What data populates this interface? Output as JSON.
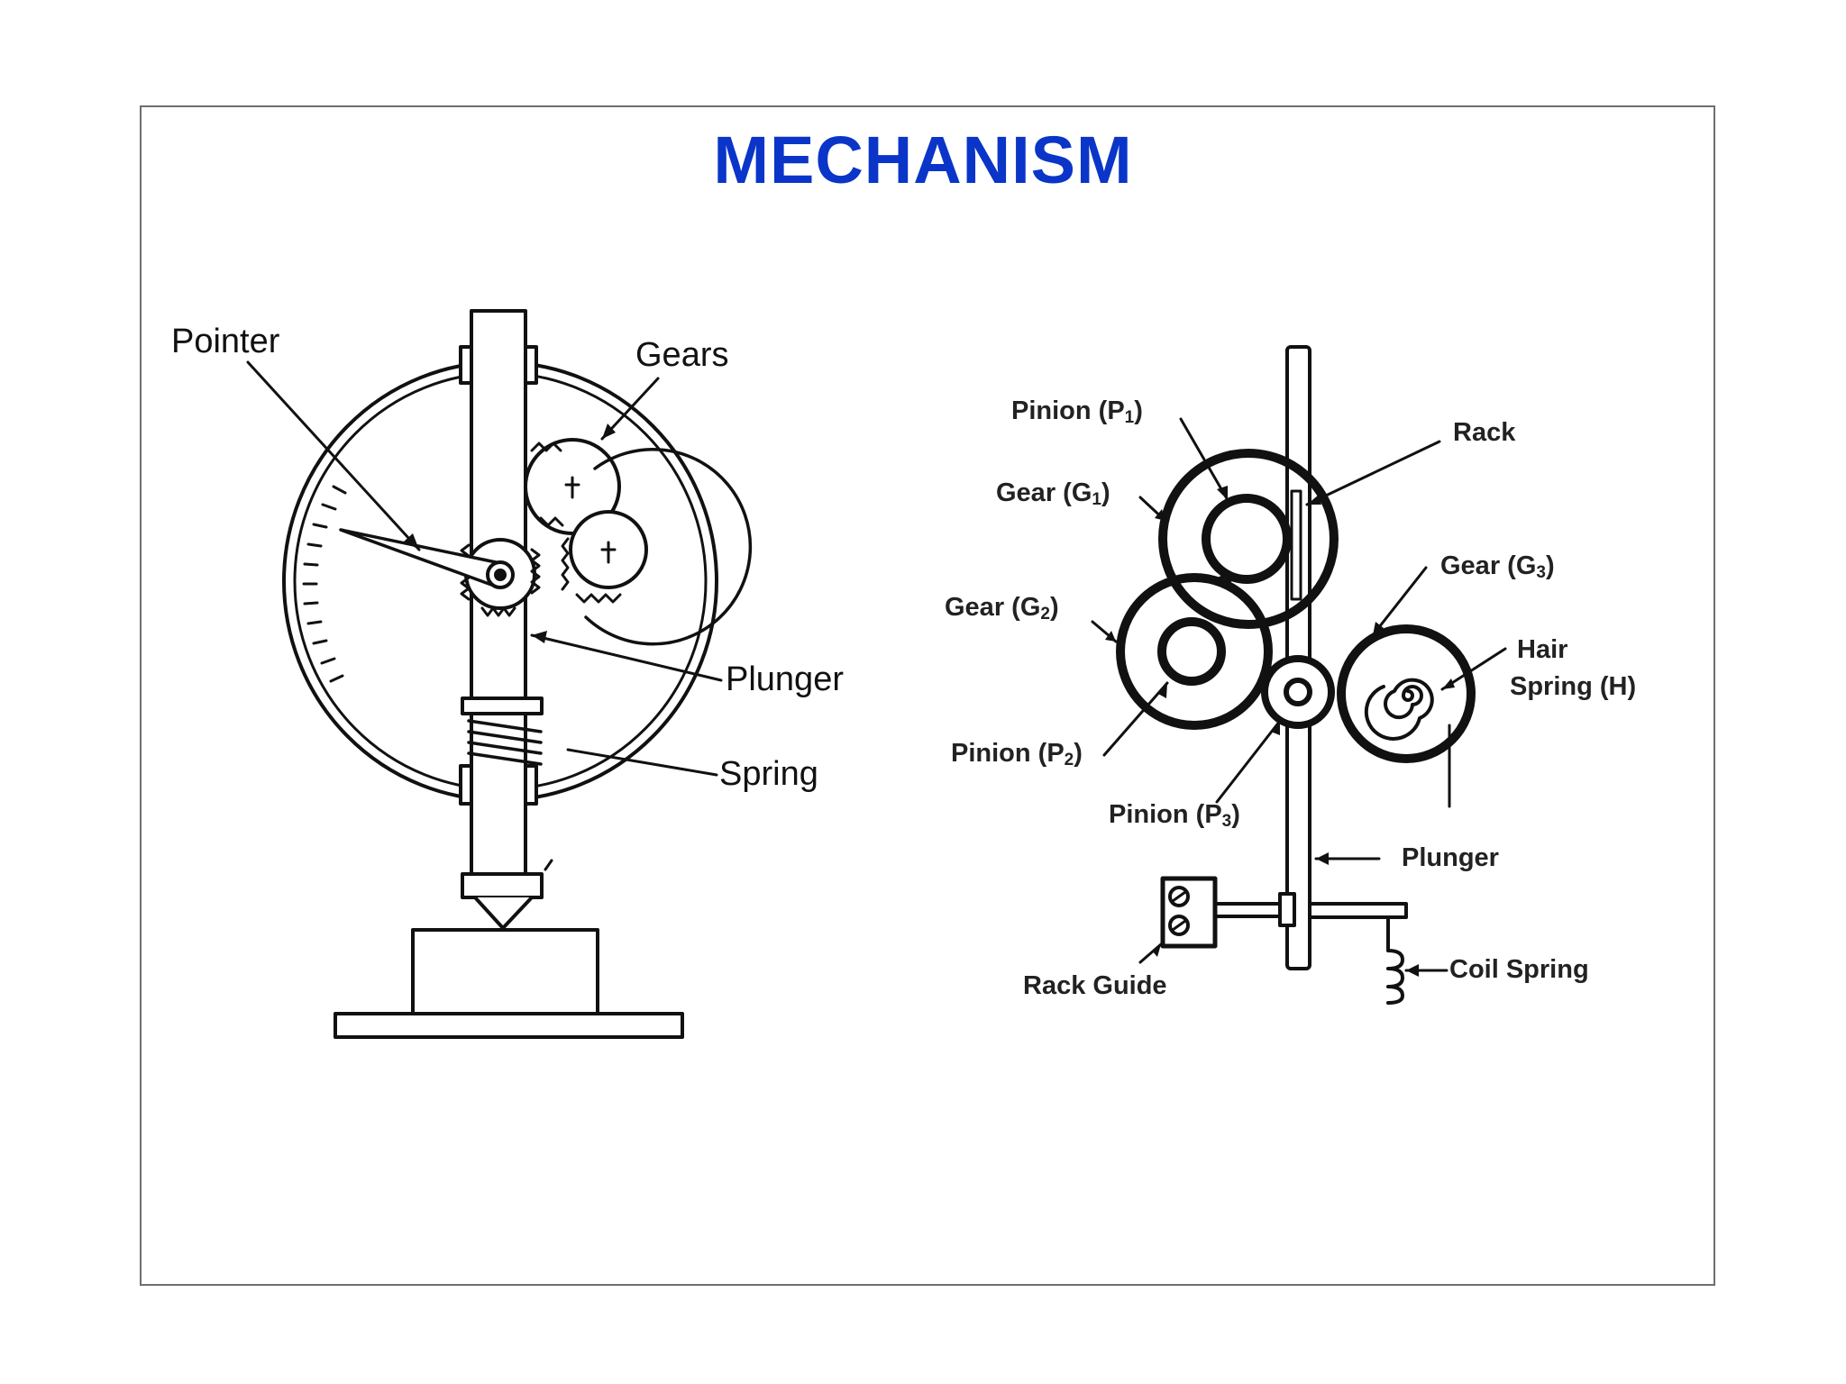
{
  "title": {
    "text": "MECHANISM",
    "color": "#0a35c8"
  },
  "left_diagram": {
    "labels": {
      "pointer": "Pointer",
      "gears": "Gears",
      "plunger": "Plunger",
      "spring": "Spring"
    }
  },
  "right_diagram": {
    "labels": {
      "pinion_p1": {
        "text": "Pinion (P",
        "sub": "1",
        "close": ")"
      },
      "gear_g1": {
        "text": "Gear (G",
        "sub": "1",
        "close": ")"
      },
      "gear_g2": {
        "text": "Gear (G",
        "sub": "2",
        "close": ")"
      },
      "pinion_p2": {
        "text": "Pinion (P",
        "sub": "2",
        "close": ")"
      },
      "pinion_p3": {
        "text": "Pinion (P",
        "sub": "3",
        "close": ")"
      },
      "rack": "Rack",
      "gear_g3": {
        "text": "Gear (G",
        "sub": "3",
        "close": ")"
      },
      "hair_spring_line1": "Hair",
      "hair_spring_line2": "Spring (H)",
      "plunger": "Plunger",
      "rack_guide": "Rack Guide",
      "coil_spring": "Coil Spring"
    }
  },
  "colors": {
    "line": "#111111",
    "border": "#6e6e6e"
  }
}
